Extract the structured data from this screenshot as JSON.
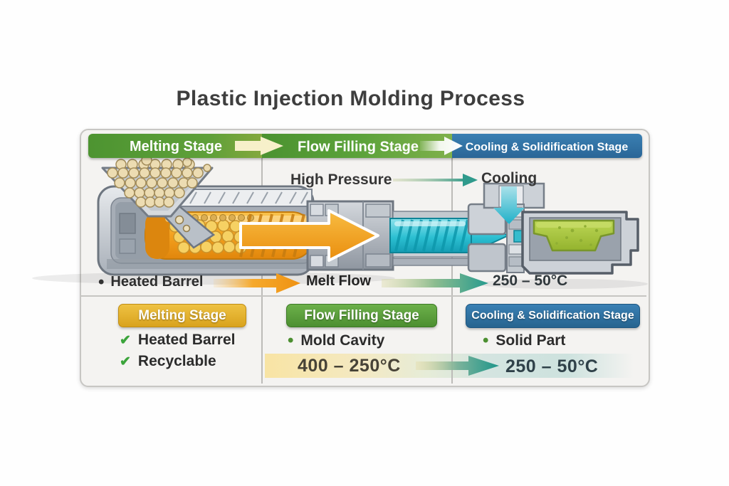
{
  "title": "Plastic Injection Molding Process",
  "icons": {
    "check": "✔",
    "bullet": "•"
  },
  "header": {
    "stages": [
      {
        "label": "Melting Stage"
      },
      {
        "label": "Flow Filling Stage"
      },
      {
        "label": "Cooling & Solidification Stage"
      }
    ]
  },
  "machine": {
    "labels": {
      "high_pressure": "High Pressure",
      "cooling": "Cooling",
      "heated_barrel": "Heated Barrel",
      "melt_flow": "Melt Flow",
      "temp_range": "250 – 50°C"
    }
  },
  "cards": [
    {
      "badge": "Melting Stage",
      "items": [
        {
          "text": "Heated Barrel"
        },
        {
          "text": "Recyclable"
        }
      ]
    },
    {
      "badge": "Flow Filling Stage",
      "items": [
        {
          "text": "Mold Cavity"
        }
      ],
      "temp": "400 – 250°C"
    },
    {
      "badge": "Cooling & Solidification Stage",
      "items": [
        {
          "text": "Solid Part"
        }
      ],
      "temp": "250 – 50°C"
    }
  ],
  "colors": {
    "stage_green": "#55982f",
    "stage_blue": "#2e73a7",
    "badge_gold": "#d9a31d",
    "accent_orange": "#f09a16",
    "accent_cyan": "#29b6c9",
    "accent_teal": "#2a9d8f",
    "part_green": "#a5c544"
  }
}
